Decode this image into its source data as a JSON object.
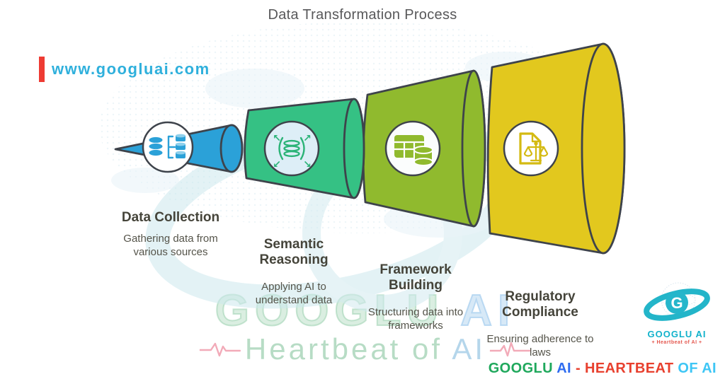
{
  "title": "Data Transformation Process",
  "website": {
    "label": "www.googluai.com",
    "bar_color": "#EE3B33",
    "text_color": "#2FB0DC"
  },
  "stages": [
    {
      "title": "Data Collection",
      "description": "Gathering data from various sources",
      "color": "#2BA1D8",
      "icon": "database-sources-icon"
    },
    {
      "title": "Semantic Reasoning",
      "description": "Applying AI to understand data",
      "color": "#35C184",
      "icon": "semantic-expand-icon"
    },
    {
      "title": "Framework Building",
      "description": "Structuring data into frameworks",
      "color": "#90BA2E",
      "icon": "table-database-icon"
    },
    {
      "title": "Regulatory Compliance",
      "description": "Ensuring adherence to laws",
      "color": "#E2C81E",
      "icon": "document-scales-icon"
    }
  ],
  "watermark": {
    "brand_green": "GOOGLU ",
    "brand_blue": "AI",
    "tagline_green": "Heartbeat of ",
    "tagline_blue": "AI"
  },
  "logo": {
    "letter": "G",
    "name": "GOOGLU AI",
    "tagline": "+ Heartbeat of AI +"
  },
  "footer": {
    "brand": "GOOGLU ",
    "ai": "AI ",
    "heartbeat": "- HEARTBEAT ",
    "of_ai": "OF AI"
  },
  "palette": {
    "outline": "#3E434B",
    "swirl": "#CDE9EE",
    "ekg": "#F2AAB8",
    "map_dots": "#94C6DE"
  }
}
